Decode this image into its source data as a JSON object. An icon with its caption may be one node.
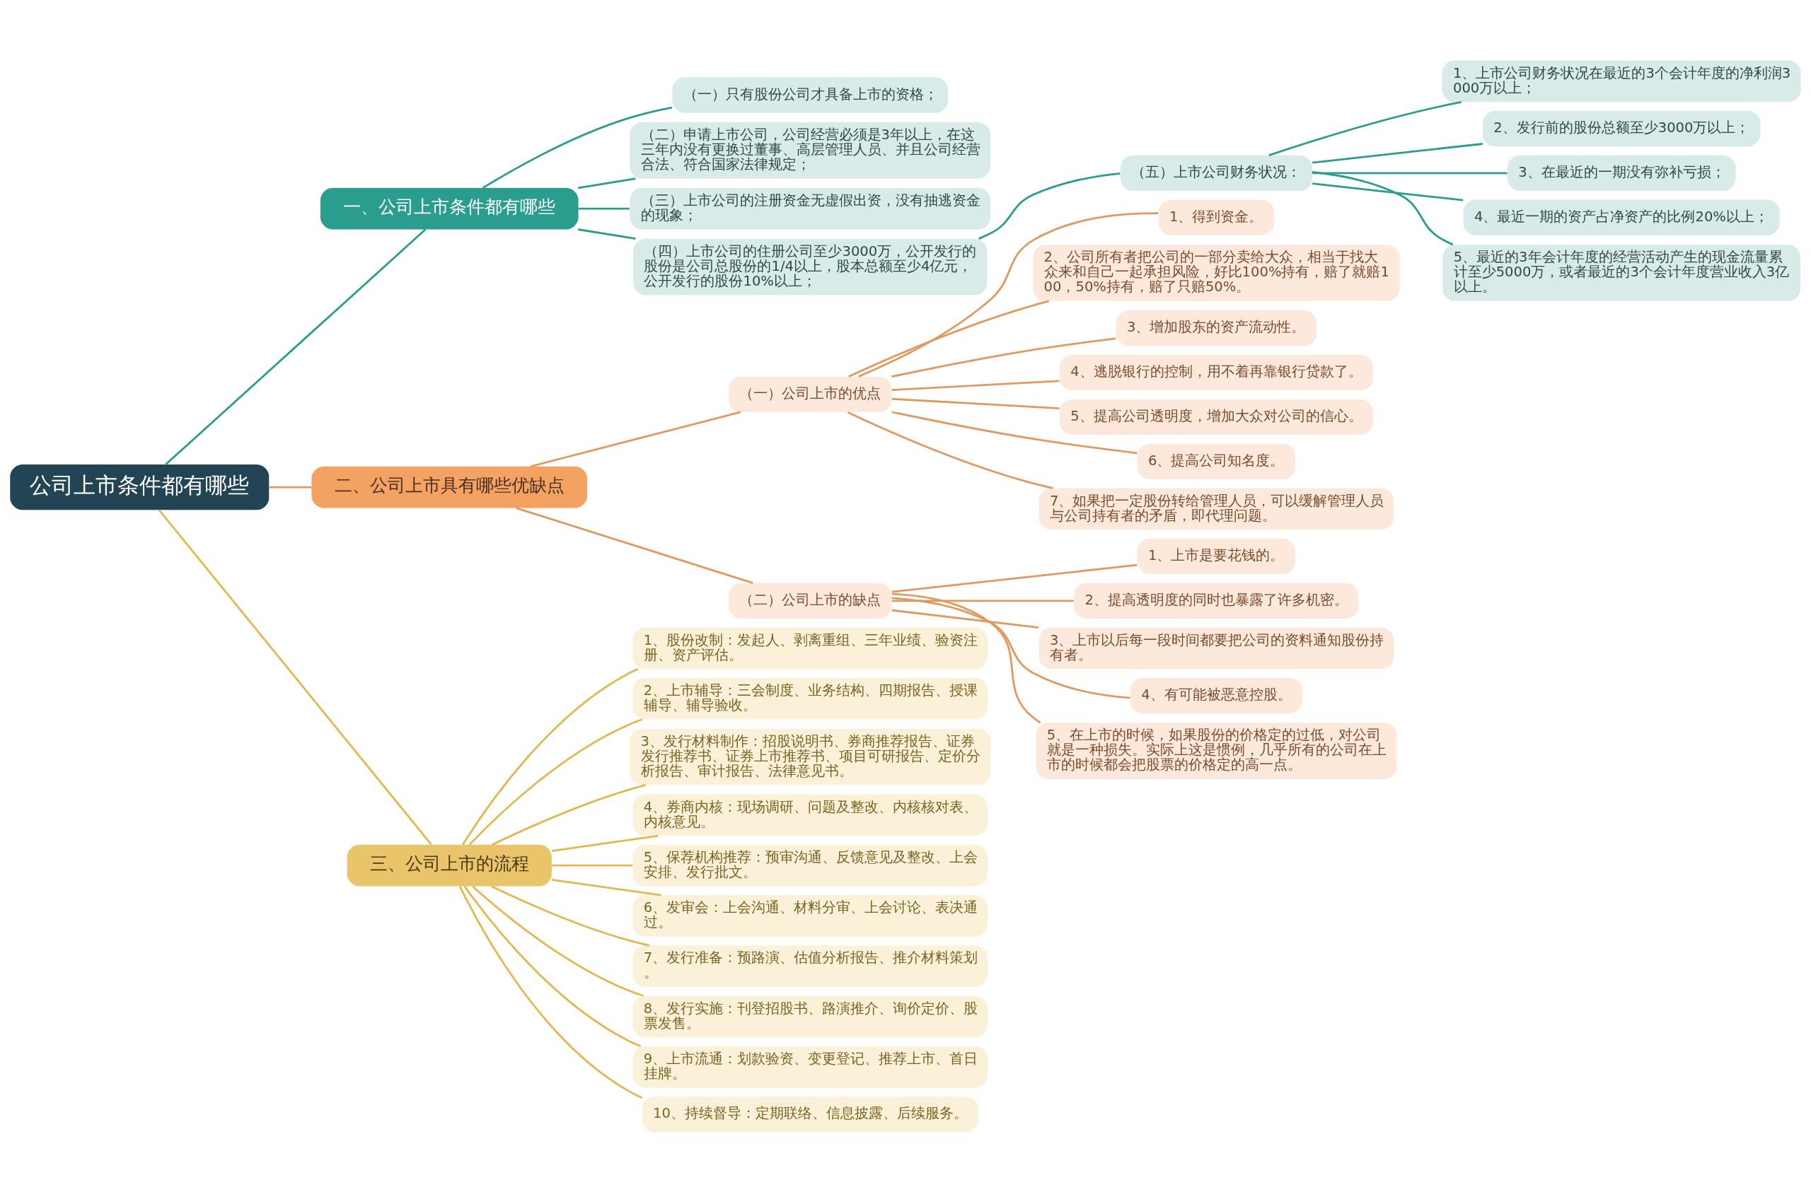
{
  "diagram": {
    "nodes": [
      {
        "text": [
          "公司上市条件都有哪些"
        ]
      },
      {
        "text": [
          "一、公司上市条件都有哪些"
        ]
      },
      {
        "text": [
          "（一）只有股份公司才具备上市的资格；"
        ]
      },
      {
        "text": [
          "（二）申请上市公司，公司经营必须是3年以上，在这三年内没有更换过董事、高层管理人员、并且公司经营合法、符合国家法律规定；"
        ]
      },
      {
        "text": [
          "（三）上市公司的注册资金无虚假出资，没有抽逃资金的现象；"
        ]
      },
      {
        "text": [
          "（四）上市公司的住册公司至少3000万，公开发行的股份是公司总股份的1/4以上，股本总额至少4亿元，公开发行的股份10%以上；"
        ]
      },
      {
        "text": [
          "（五）上市公司财务状况："
        ]
      },
      {
        "text": [
          "1、上市公司财务状况在最近的3个会计年度的净利润3000万以上；"
        ]
      },
      {
        "text": [
          "2、发行前的股份总额至少3000万以上；"
        ]
      },
      {
        "text": [
          "3、在最近的一期没有弥补亏损；"
        ]
      },
      {
        "text": [
          "4、最近一期的资产占净资产的比例20%以上；"
        ]
      },
      {
        "text": [
          "5、最近的3年会计年度的经营活动产生的现金流量累计至少5000万，或者最近的3个会计年度营业收入3亿以上。"
        ]
      },
      {
        "text": [
          "二、公司上市具有哪些优缺点"
        ]
      },
      {
        "text": [
          "（一）公司上市的优点"
        ]
      },
      {
        "text": [
          "1、得到资金。"
        ]
      },
      {
        "text": [
          "2、公司所有者把公司的一部分卖给大众，相当于找大众来和自己一起承担风险，好比100%持有，赔了就赔100，50%持有，赔了只赔50%。"
        ]
      },
      {
        "text": [
          "3、增加股东的资产流动性。"
        ]
      },
      {
        "text": [
          "4、逃脱银行的控制，用不着再靠银行贷款了。"
        ]
      },
      {
        "text": [
          "5、提高公司透明度，增加大众对公司的信心。"
        ]
      },
      {
        "text": [
          "6、提高公司知名度。"
        ]
      },
      {
        "text": [
          "7、如果把一定股份转给管理人员，可以缓解管理人员与公司持有者的矛盾，即代理问题。"
        ]
      },
      {
        "text": [
          "（二）公司上市的缺点"
        ]
      },
      {
        "text": [
          "1、上市是要花钱的。"
        ]
      },
      {
        "text": [
          "2、提高透明度的同时也暴露了许多机密。"
        ]
      },
      {
        "text": [
          "3、上市以后每一段时间都要把公司的资料通知股份持有者。"
        ]
      },
      {
        "text": [
          "4、有可能被恶意控股。"
        ]
      },
      {
        "text": [
          "5、在上市的时候，如果股份的价格定的过低，对公司就是一种损失。实际上这是惯例，几乎所有的公司在上市的时候都会把股票的价格定的高一点。"
        ]
      },
      {
        "text": [
          "三、公司上市的流程"
        ]
      },
      {
        "text": [
          "1、股份改制：发起人、剥离重组、三年业绩、验资注册、资产评估。"
        ]
      },
      {
        "text": [
          "2、上市辅导：三会制度、业务结构、四期报告、授课辅导、辅导验收。"
        ]
      },
      {
        "text": [
          "3、发行材料制作：招股说明书、券商推荐报告、证券发行推荐书、证券上市推荐书、项目可研报告、定价分析报告、审计报告、法律意见书。"
        ]
      },
      {
        "text": [
          "4、券商内核：现场调研、问题及整改、内核核对表、内核意见。"
        ]
      },
      {
        "text": [
          "5、保荐机构推荐：预审沟通、反馈意见及整改、上会安排、发行批文。"
        ]
      },
      {
        "text": [
          "6、发审会：上会沟通、材料分审、上会讨论、表决通过。"
        ]
      },
      {
        "text": [
          "7、发行准备：预路演、估值分析报告、推介材料策划。"
        ]
      },
      {
        "text": [
          "8、发行实施：刊登招股书、路演推介、询价定价、股票发售。"
        ]
      },
      {
        "text": [
          "9、上市流通：划款验资、变更登记、推荐上市、首日挂牌。"
        ]
      },
      {
        "text": [
          "10、持续督导：定期联络、信息披露、后续服务。"
        ]
      }
    ],
    "edges": [
      {
        "from": 0,
        "to": 1,
        "arrow": "none",
        "color": "#2a9d8f"
      },
      {
        "from": 1,
        "to": 2,
        "arrow": "none",
        "color": "#2a9d8f"
      },
      {
        "from": 1,
        "to": 3,
        "arrow": "none",
        "color": "#2a9d8f"
      },
      {
        "from": 1,
        "to": 4,
        "arrow": "none",
        "color": "#2a9d8f"
      },
      {
        "from": 1,
        "to": 5,
        "arrow": "none",
        "color": "#2a9d8f"
      },
      {
        "from": 5,
        "to": 6,
        "arrow": "none",
        "color": "#2a9d8f"
      },
      {
        "from": 6,
        "to": 7,
        "arrow": "none",
        "color": "#2a9d8f"
      },
      {
        "from": 6,
        "to": 8,
        "arrow": "none",
        "color": "#2a9d8f"
      },
      {
        "from": 6,
        "to": 9,
        "arrow": "none",
        "color": "#2a9d8f"
      },
      {
        "from": 6,
        "to": 10,
        "arrow": "none",
        "color": "#2a9d8f"
      },
      {
        "from": 6,
        "to": 11,
        "arrow": "none",
        "color": "#2a9d8f"
      },
      {
        "from": 0,
        "to": 12,
        "arrow": "none"
      },
      {
        "from": 12,
        "to": 13,
        "arrow": "none"
      },
      {
        "from": 13,
        "to": 14,
        "arrow": "none"
      },
      {
        "from": 13,
        "to": 15,
        "arrow": "none"
      },
      {
        "from": 13,
        "to": 16,
        "arrow": "none"
      },
      {
        "from": 13,
        "to": 17,
        "arrow": "none"
      },
      {
        "from": 13,
        "to": 18,
        "arrow": "none"
      },
      {
        "from": 13,
        "to": 19,
        "arrow": "none"
      },
      {
        "from": 13,
        "to": 20,
        "arrow": "none"
      },
      {
        "from": 12,
        "to": 21,
        "arrow": "none"
      },
      {
        "from": 21,
        "to": 22,
        "arrow": "none"
      },
      {
        "from": 21,
        "to": 23,
        "arrow": "none"
      },
      {
        "from": 21,
        "to": 24,
        "arrow": "none"
      },
      {
        "from": 21,
        "to": 25,
        "arrow": "none"
      },
      {
        "from": 21,
        "to": 26,
        "arrow": "none"
      },
      {
        "from": 0,
        "to": 27,
        "arrow": "none",
        "color": "#e2b84f"
      },
      {
        "from": 27,
        "to": 28,
        "arrow": "none",
        "color": "#e2b84f"
      },
      {
        "from": 27,
        "to": 29,
        "arrow": "none",
        "color": "#e2b84f"
      },
      {
        "from": 27,
        "to": 30,
        "arrow": "none",
        "color": "#e2b84f"
      },
      {
        "from": 27,
        "to": 31,
        "arrow": "none",
        "color": "#e2b84f"
      },
      {
        "from": 27,
        "to": 32,
        "arrow": "none",
        "color": "#e2b84f"
      },
      {
        "from": 27,
        "to": 33,
        "arrow": "none",
        "color": "#e2b84f"
      },
      {
        "from": 27,
        "to": 34,
        "arrow": "none",
        "color": "#e2b84f"
      },
      {
        "from": 27,
        "to": 35,
        "arrow": "none",
        "color": "#e2b84f"
      },
      {
        "from": 27,
        "to": 36,
        "arrow": "none",
        "color": "#e2b84f"
      },
      {
        "from": 27,
        "to": 37,
        "arrow": "none",
        "color": "#e2b84f"
      }
    ]
  }
}
